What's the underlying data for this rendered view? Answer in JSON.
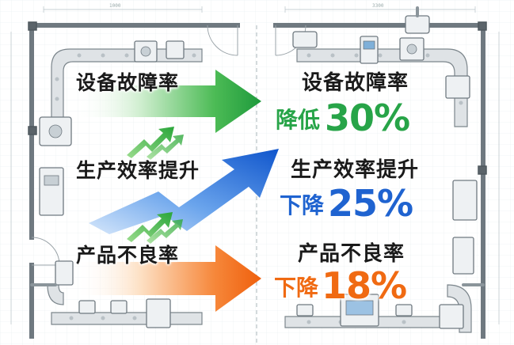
{
  "rows": [
    {
      "label": "设备故障率",
      "result_label": "设备故障率",
      "verb": "降低",
      "value": "30%",
      "color": "#27a448"
    },
    {
      "label": "生产效率提升",
      "result_label": "生产效率提升",
      "verb": "下降",
      "value": "25%",
      "color": "#1f63d0"
    },
    {
      "label": "产品不良率",
      "result_label": "产品不良率",
      "verb": "下降",
      "value": "18%",
      "color": "#f06a12"
    }
  ],
  "dimensions": {
    "top_left": "1000",
    "top_right": "3300"
  }
}
